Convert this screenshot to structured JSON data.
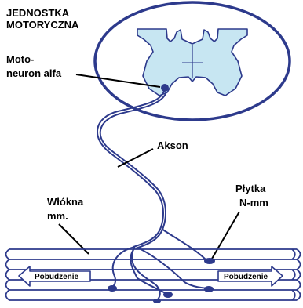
{
  "title": [
    "JEDNOSTKA",
    "MOTORYCZNA"
  ],
  "labels": {
    "motoneuron": [
      "Moto-",
      "neuron alfa"
    ],
    "akson": "Akson",
    "wlokna": [
      "Włókna",
      "mm."
    ],
    "plytka": [
      "Płytka",
      "N-mm"
    ],
    "pobudzenie_left": "Pobudzenie",
    "pobudzenie_right": "Pobudzenie"
  },
  "colors": {
    "outline": "#2d3a8c",
    "grey_matter": "#c7e6f2",
    "text": "#000000",
    "background": "#ffffff"
  }
}
